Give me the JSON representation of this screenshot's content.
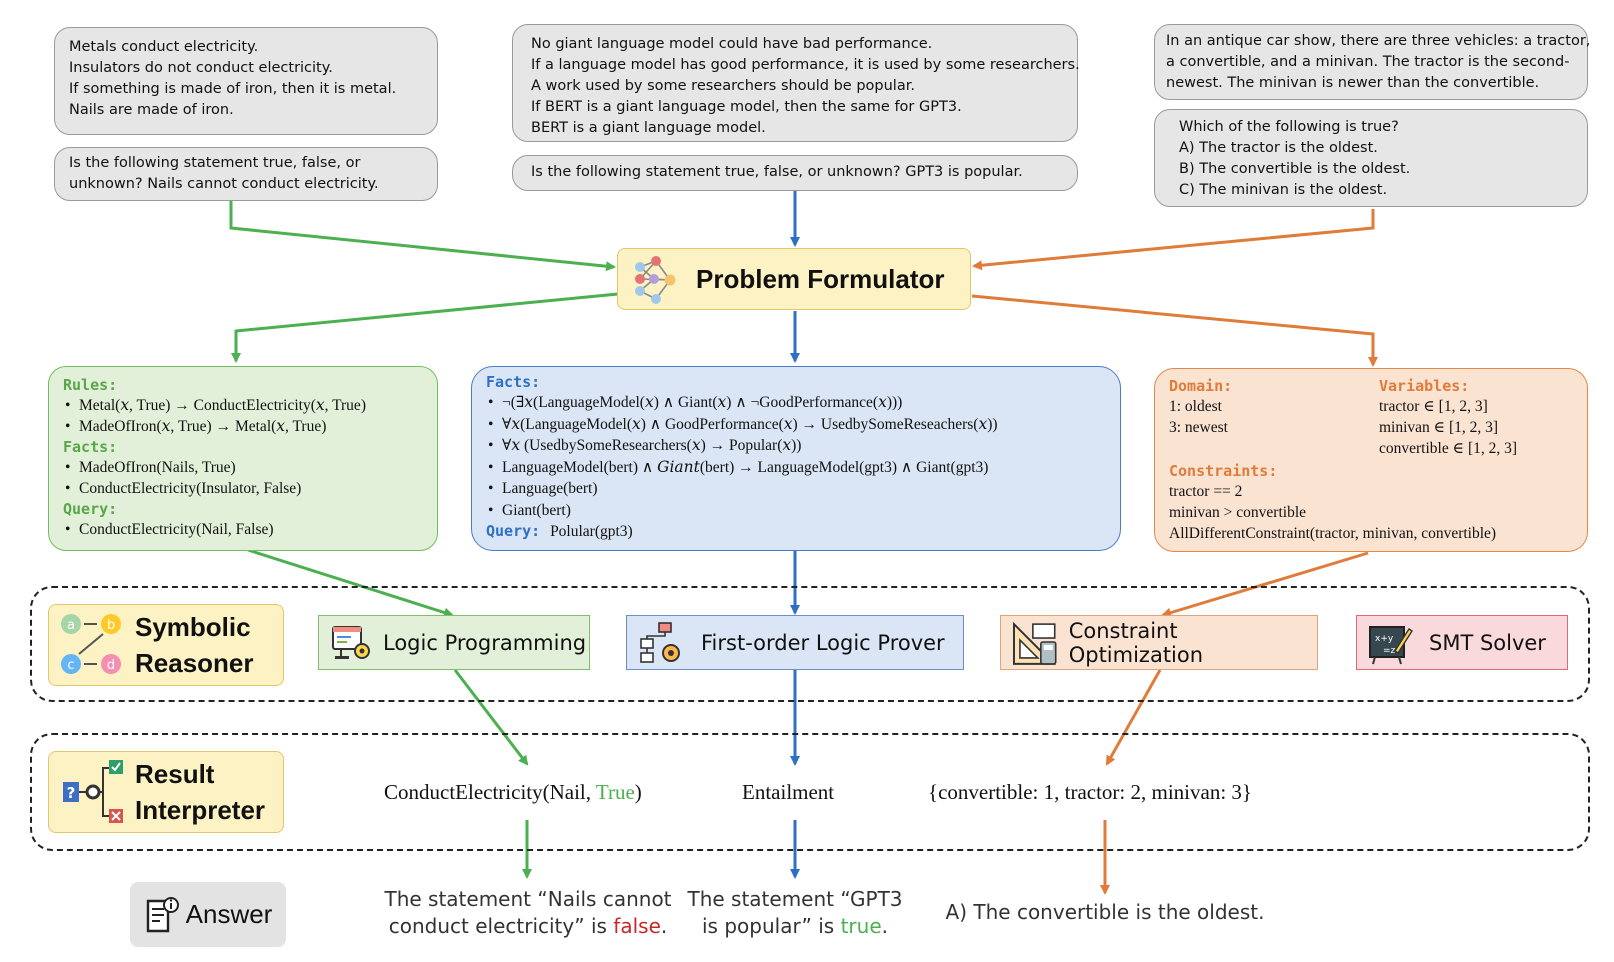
{
  "colors": {
    "green": "#4caf50",
    "blue": "#2f6fc6",
    "orange": "#e07b3a",
    "true_green": "#4caf50",
    "false_red": "#c62828",
    "query_blue": "#2f6fc6"
  },
  "inputs": {
    "left_premises": [
      "Metals conduct electricity.",
      "Insulators do not conduct electricity.",
      "If something is made of iron, then it is metal.",
      "Nails are made of iron."
    ],
    "left_question": [
      "Is the following statement true, false, or",
      "unknown?  Nails cannot conduct electricity."
    ],
    "mid_premises": [
      "No giant language model could have bad performance.",
      "If a language model has good performance, it is used by some researchers.",
      "A work used by some researchers should be popular.",
      "If BERT is a giant language model, then the same for GPT3.",
      "BERT is a giant language model."
    ],
    "mid_question": "Is the following statement true, false, or unknown? GPT3 is popular.",
    "right_premises": [
      "In an antique car show, there are three vehicles: a tractor,",
      "a convertible, and a minivan. The tractor is the second-",
      "newest. The minivan is newer than the convertible."
    ],
    "right_question": [
      "Which of the following is true?",
      "A) The tractor is the oldest.",
      "B) The convertible is the oldest.",
      "C) The minivan is the oldest."
    ]
  },
  "formulator": {
    "title": "Problem Formulator",
    "icon": "network-icon"
  },
  "left_formulation": {
    "rules_label": "Rules:",
    "rules": [
      "Metal(𝑥, True) → ConductElectricity(𝑥, True)",
      "MadeOfIron(𝑥, True) → Metal(𝑥, True)"
    ],
    "facts_label": "Facts:",
    "facts": [
      "MadeOfIron(Nails, True)",
      "ConductElectricity(Insulator, False)"
    ],
    "query_label": "Query:",
    "query": [
      "ConductElectricity(Nail, False)"
    ]
  },
  "mid_formulation": {
    "facts_label": "Facts:",
    "facts": [
      "¬(∃𝑥(LanguageModel(𝑥) ∧ Giant(𝑥) ∧ ¬GoodPerformance(𝑥)))",
      "∀𝑥(LanguageModel(𝑥) ∧ GoodPerformance(𝑥) → UsedbySomeReseachers(𝑥))",
      "∀𝑥 (UsedbySomeResearchers(𝑥) → Popular(𝑥))",
      "LanguageModel(bert) ∧ 𝐺𝑖𝑎𝑛𝑡(bert) → LanguageModel(gpt3) ∧ Giant(gpt3)",
      "Language(bert)",
      "Giant(bert)"
    ],
    "query_label": "Query:",
    "query": "Polular(gpt3)"
  },
  "right_formulation": {
    "domain_label": "Domain:",
    "domain": [
      "1: oldest",
      "3: newest"
    ],
    "variables_label": "Variables:",
    "variables": [
      "tractor ∈ [1, 2, 3]",
      "minivan ∈ [1, 2, 3]",
      "convertible ∈ [1, 2, 3]"
    ],
    "constraints_label": "Constraints:",
    "constraints": [
      "tractor == 2",
      "minivan > convertible",
      "AllDifferentConstraint(tractor, minivan, convertible)"
    ]
  },
  "reasoner": {
    "label": [
      "Symbolic",
      "Reasoner"
    ],
    "icon": "abcd-flow-icon",
    "solvers": [
      {
        "label": "Logic Programming",
        "icon": "code-gear-icon",
        "bg": "#e2efd9",
        "border": "#7fbf6a"
      },
      {
        "label": "First-order Logic Prover",
        "icon": "hierarchy-gear-icon",
        "bg": "#dae6f5",
        "border": "#6b8fc9"
      },
      {
        "label": "Constraint Optimization",
        "icon": "ruler-calculator-icon",
        "bg": "#fbe3d2",
        "border": "#e0a57a"
      },
      {
        "label": "SMT Solver",
        "icon": "chalkboard-pencil-icon",
        "bg": "#f9d9dc",
        "border": "#e06b76"
      }
    ]
  },
  "interpreter": {
    "label": [
      "Result",
      "Interpreter"
    ],
    "icon": "result-check-icon",
    "results": {
      "left_prefix": "ConductElectricity(Nail, ",
      "left_value": "True",
      "left_suffix": ")",
      "mid": "Entailment",
      "right": "{convertible: 1, tractor: 2, minivan: 3}"
    }
  },
  "answer": {
    "label": "Answer",
    "icon": "document-info-icon",
    "left": {
      "line1": "The statement “Nails cannot",
      "line2_prefix": "conduct electricity” is ",
      "line2_value": "false",
      "line2_suffix": "."
    },
    "mid": {
      "line1": "The statement “GPT3",
      "line2_prefix": "is popular” is ",
      "line2_value": "true",
      "line2_suffix": "."
    },
    "right": "A) The convertible is the oldest."
  }
}
